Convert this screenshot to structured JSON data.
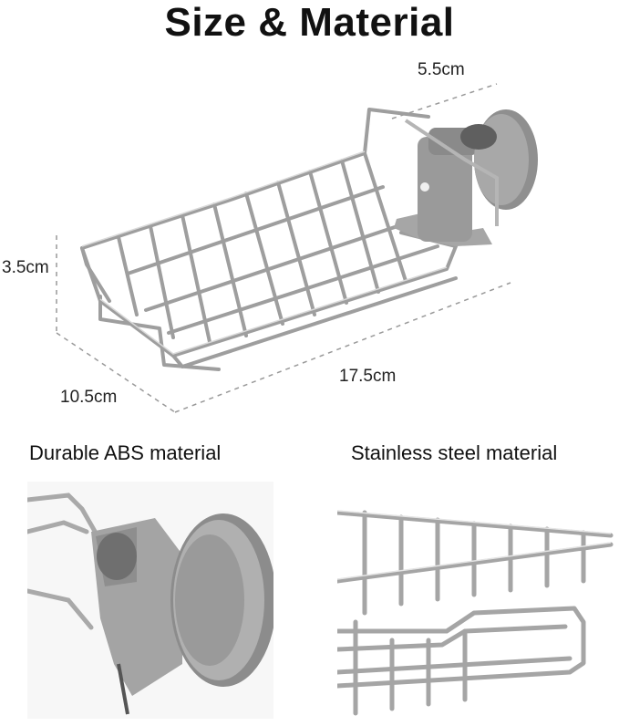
{
  "title": "Size & Material",
  "dimensions": {
    "depth": "5.5cm",
    "height": "3.5cm",
    "width": "10.5cm",
    "length": "17.5cm"
  },
  "captions": {
    "left": "Durable ABS material",
    "right": "Stainless steel material"
  },
  "colors": {
    "abs_gray": "#9a9a9a",
    "steel": "#b8b8b8",
    "background": "#ffffff"
  }
}
